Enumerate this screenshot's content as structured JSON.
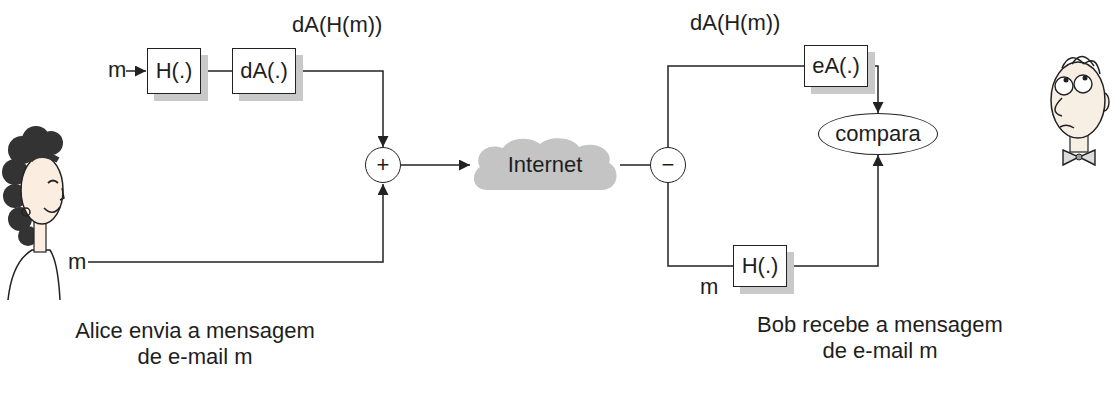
{
  "diagram": {
    "nodes": [
      {
        "text": [
          "H(.)"
        ]
      },
      {
        "text": [
          "dA(.)"
        ]
      },
      {
        "text": [
          "+"
        ]
      },
      {
        "text": [
          "Internet"
        ]
      },
      {
        "text": [
          "−"
        ]
      },
      {
        "text": [
          "eA(.)"
        ]
      },
      {
        "text": [
          "compara"
        ]
      },
      {
        "text": [
          "H(.)"
        ]
      }
    ],
    "edges": [
      {
        "from": 0,
        "to": 1,
        "arrow": "none"
      },
      {
        "from": 1,
        "to": 2,
        "arrow": "to"
      },
      {
        "from": 2,
        "to": 3,
        "arrow": "to"
      },
      {
        "from": 3,
        "to": 4,
        "arrow": "none"
      },
      {
        "from": 4,
        "to": 5,
        "arrow": "none"
      },
      {
        "from": 5,
        "to": 6,
        "arrow": "to"
      },
      {
        "from": 4,
        "to": 7,
        "arrow": "none"
      },
      {
        "from": 7,
        "to": 6,
        "arrow": "to"
      }
    ],
    "labels": [
      "m",
      "dA(H(m))",
      "m",
      "dA(H(m))",
      "m",
      "Alice envia a mensagem de e-mail m",
      "Bob recebe a mensagem de e-mail m"
    ]
  }
}
